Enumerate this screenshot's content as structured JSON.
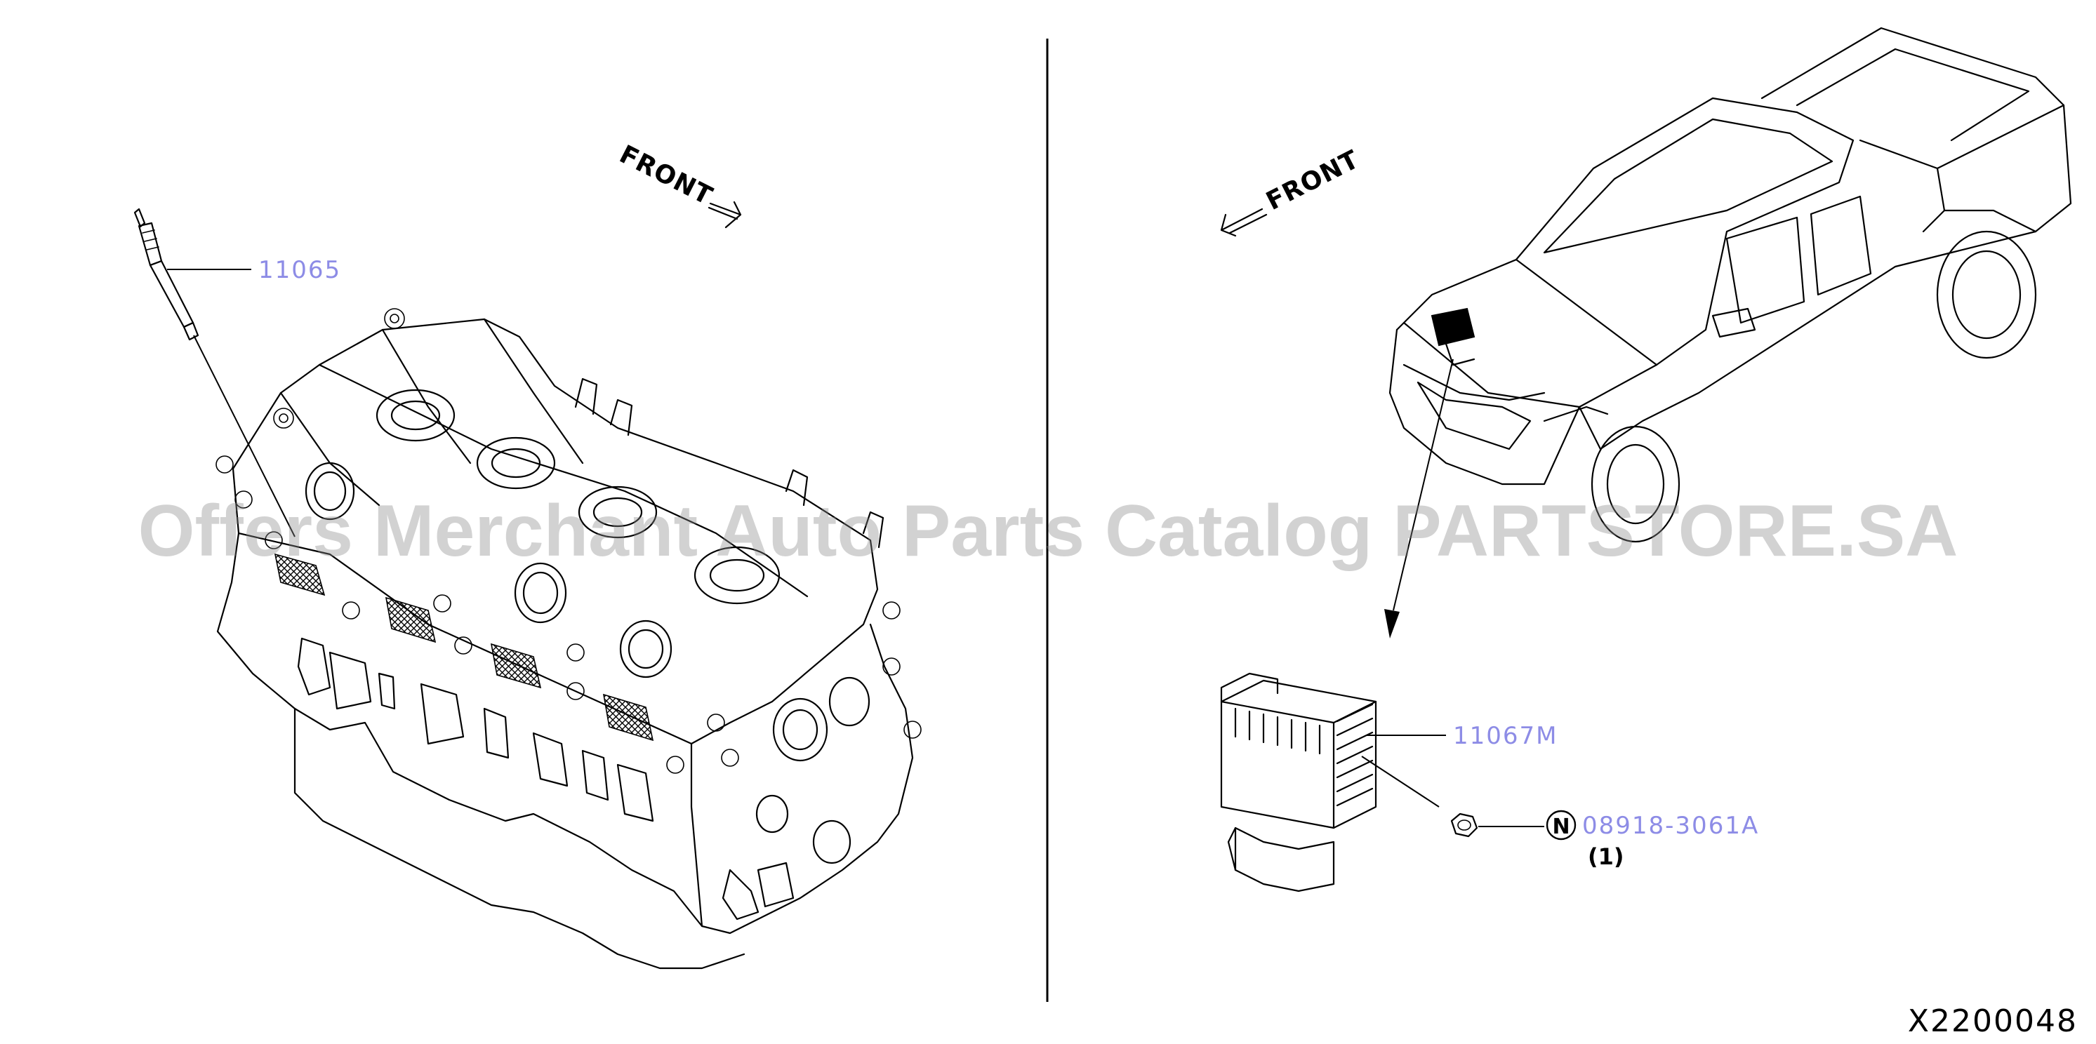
{
  "diagram": {
    "left_panel": {
      "front_label": "FRONT",
      "callouts": [
        {
          "id": "glow-plug",
          "part_number": "11065"
        }
      ]
    },
    "right_panel": {
      "front_label": "FRONT",
      "callouts": [
        {
          "id": "glow-controller",
          "part_number": "11067M"
        },
        {
          "id": "nut",
          "symbol": "N",
          "part_number": "08918-3061A",
          "quantity": "(1)"
        }
      ]
    },
    "diagram_code": "X2200048",
    "watermark": "Offers Merchant Auto Parts Catalog PARTSTORE.SA"
  }
}
